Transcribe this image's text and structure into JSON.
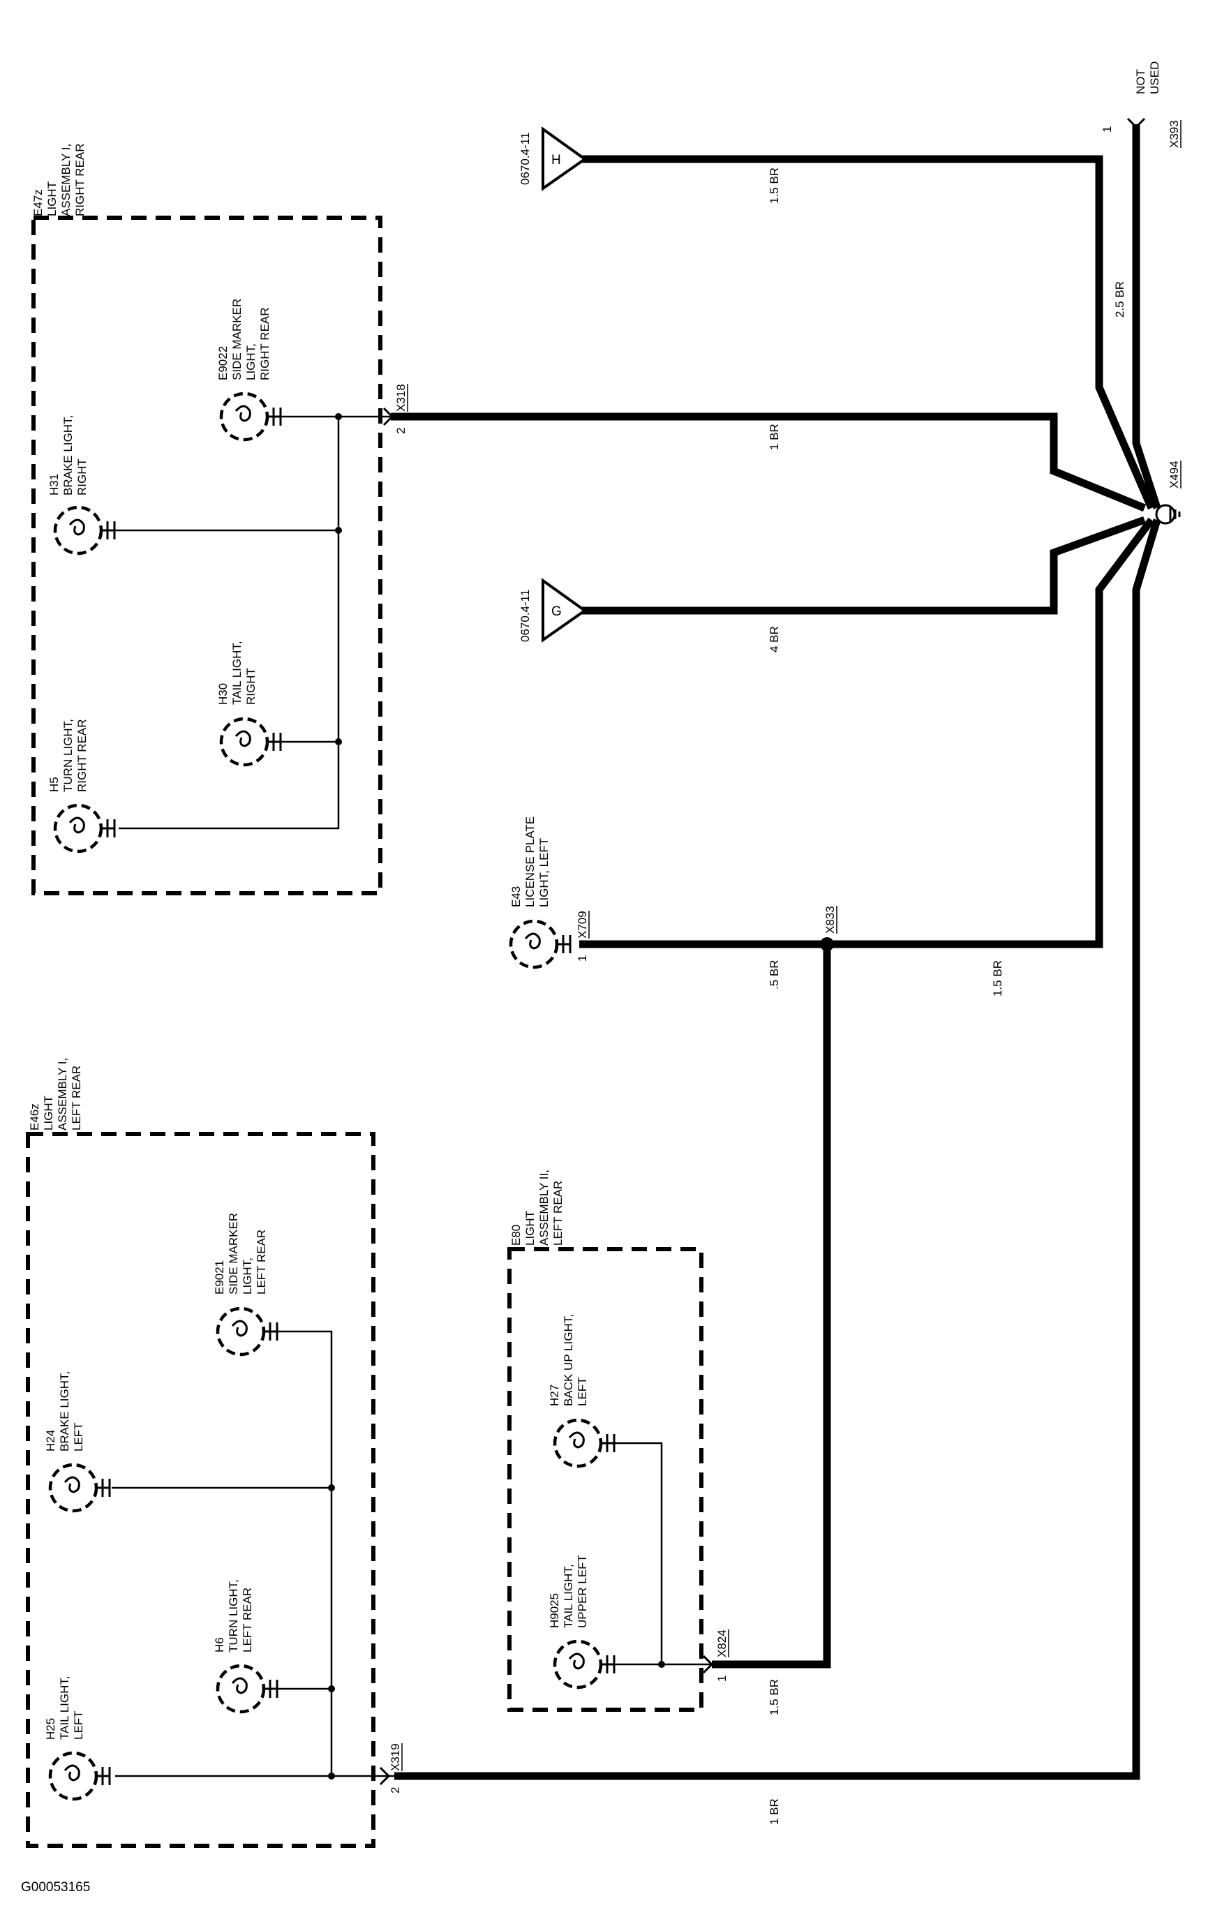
{
  "figure_id": "G00053165",
  "not_used": [
    "NOT",
    "USED"
  ],
  "connectors": {
    "x393": "X393",
    "x494": "X494",
    "x318": "X318",
    "x319": "X319",
    "x709": "X709",
    "x833": "X833",
    "x824": "X824"
  },
  "pins": {
    "p_x393": "1",
    "p_x318": "2",
    "p_x319": "2",
    "p_x709": "1",
    "p_x824": "1"
  },
  "refs": {
    "h_ref": "0670.4-11",
    "g_ref": "0670.4-11",
    "h_letter": "H",
    "g_letter": "G"
  },
  "wires": {
    "w_h": "1.5 BR",
    "w_393": "2.5 BR",
    "w_318": "1 BR",
    "w_g": "4 BR",
    "w_709": ".5 BR",
    "w_833": "1.5 BR",
    "w_824": "1.5 BR",
    "w_319": "1 BR"
  },
  "assemblies": {
    "e47z": [
      "E47z",
      "LIGHT",
      "ASSEMBLY I,",
      "RIGHT REAR"
    ],
    "e46z": [
      "E46z",
      "LIGHT",
      "ASSEMBLY I,",
      "LEFT REAR"
    ],
    "e80": [
      "E80",
      "LIGHT",
      "ASSEMBLY II,",
      "LEFT REAR"
    ]
  },
  "components": {
    "e9022": [
      "E9022",
      "SIDE MARKER",
      "LIGHT,",
      "RIGHT REAR"
    ],
    "h31": [
      "H31",
      "BRAKE LIGHT,",
      "RIGHT"
    ],
    "h30": [
      "H30",
      "TAIL LIGHT,",
      "RIGHT"
    ],
    "h5": [
      "H5",
      "TURN LIGHT,",
      "RIGHT REAR"
    ],
    "e43": [
      "E43",
      "LICENSE PLATE",
      "LIGHT, LEFT"
    ],
    "e9021": [
      "E9021",
      "SIDE MARKER",
      "LIGHT,",
      "LEFT REAR"
    ],
    "h24": [
      "H24",
      "BRAKE LIGHT,",
      "LEFT"
    ],
    "h6": [
      "H6",
      "TURN LIGHT,",
      "LEFT REAR"
    ],
    "h25": [
      "H25",
      "TAIL LIGHT,",
      "LEFT"
    ],
    "h27": [
      "H27",
      "BACK UP LIGHT,",
      "LEFT"
    ],
    "h9025": [
      "H9025",
      "TAIL LIGHT,",
      "UPPER LEFT"
    ]
  }
}
